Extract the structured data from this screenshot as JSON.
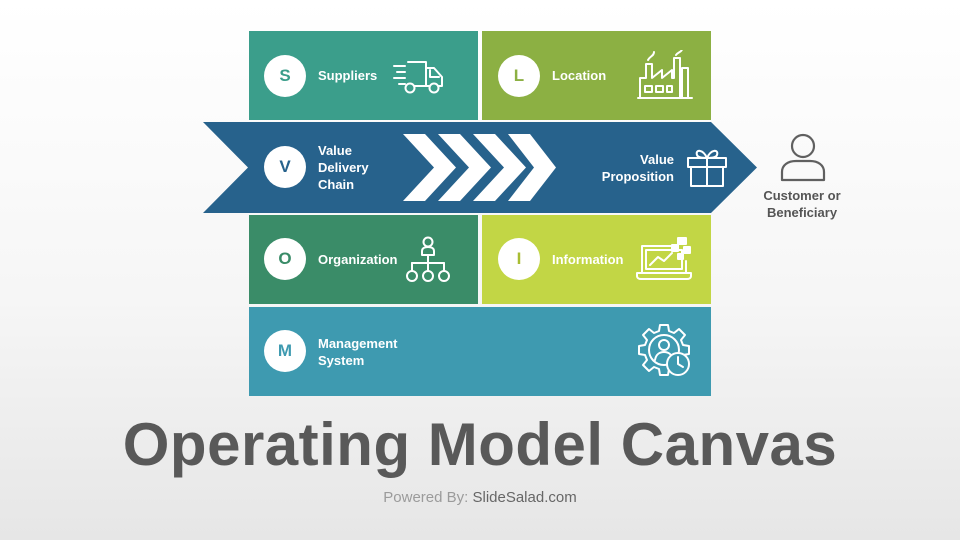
{
  "colors": {
    "suppliers": "#3b9e8b",
    "location": "#8cb043",
    "value_chain": "#27628c",
    "organization": "#3a8c68",
    "information": "#c2d645",
    "management": "#3e9ab0"
  },
  "blocks": {
    "suppliers": {
      "letter": "S",
      "label": "Suppliers",
      "icon": "delivery-truck-icon"
    },
    "location": {
      "letter": "L",
      "label": "Location",
      "icon": "factory-icon"
    },
    "value_delivery": {
      "letter": "V",
      "label_lines": [
        "Value",
        "Delivery",
        "Chain"
      ],
      "icon": "chevrons-icon"
    },
    "value_proposition": {
      "label_lines": [
        "Value",
        "Proposition"
      ],
      "icon": "gift-icon"
    },
    "organization": {
      "letter": "O",
      "label": "Organization",
      "icon": "org-chart-icon"
    },
    "information": {
      "letter": "I",
      "label": "Information",
      "icon": "laptop-chart-icon"
    },
    "management": {
      "letter": "M",
      "label_lines": [
        "Management",
        "System"
      ],
      "icon": "gear-person-icon"
    }
  },
  "customer": {
    "label_lines": [
      "Customer or",
      "Beneficiary"
    ],
    "icon": "user-icon"
  },
  "title": "Operating Model Canvas",
  "powered": {
    "prefix": "Powered By:",
    "site": "SlideSalad.com"
  }
}
